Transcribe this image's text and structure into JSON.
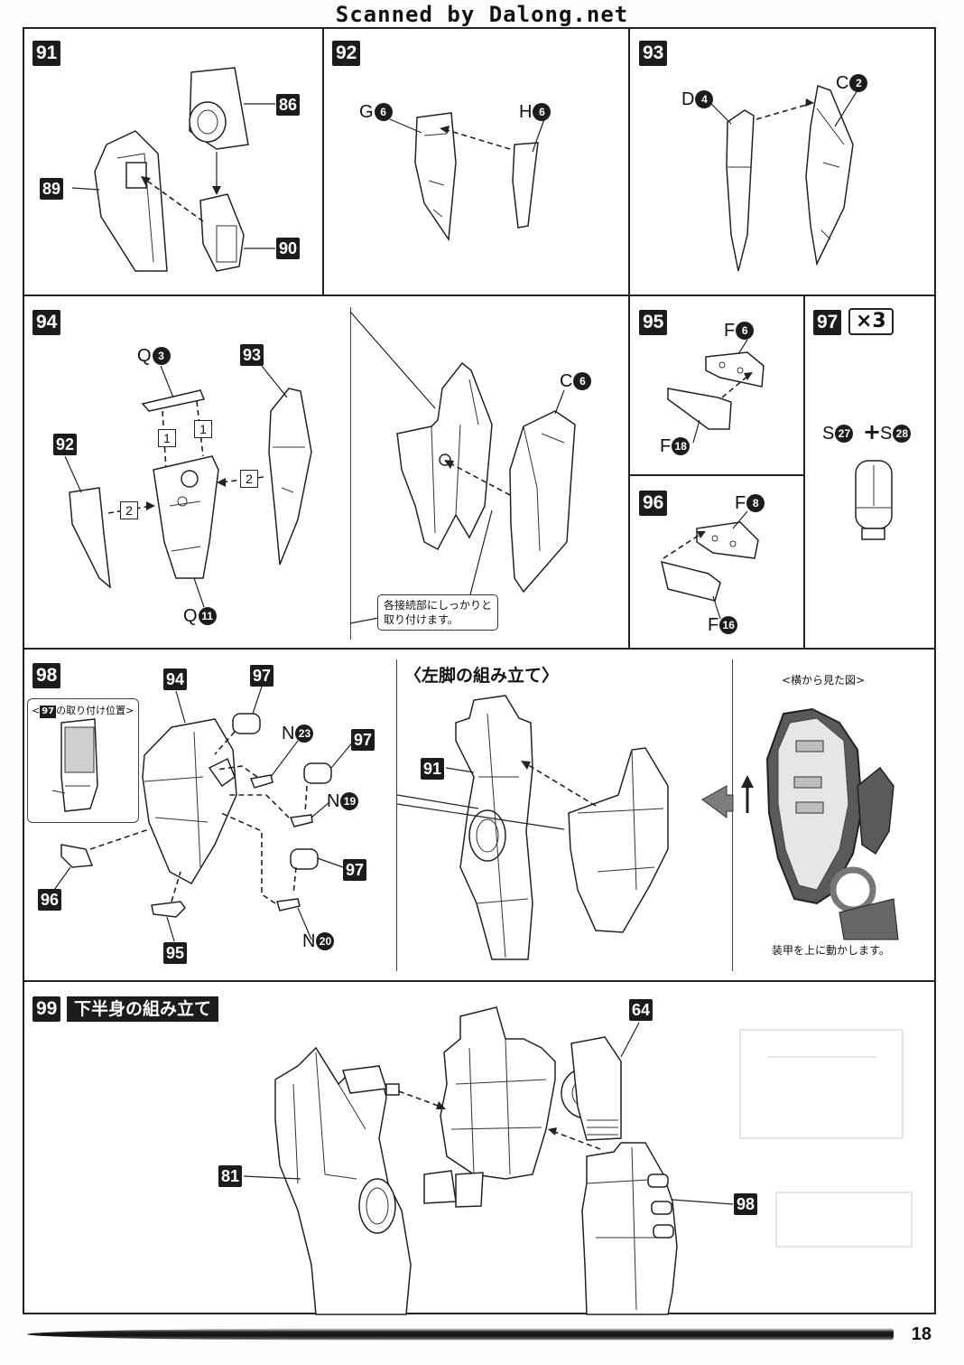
{
  "watermark": "Scanned by Dalong.net",
  "page_number": "18",
  "steps": {
    "s91": {
      "label": "91",
      "refs": [
        "86",
        "89",
        "90"
      ]
    },
    "s92": {
      "label": "92",
      "parts": [
        {
          "letter": "G",
          "num": "6"
        },
        {
          "letter": "H",
          "num": "6"
        }
      ]
    },
    "s93": {
      "label": "93",
      "parts": [
        {
          "letter": "D",
          "num": "4"
        },
        {
          "letter": "C",
          "num": "2"
        }
      ]
    },
    "s94": {
      "label": "94",
      "refs": [
        "93",
        "92"
      ],
      "parts": [
        {
          "letter": "Q",
          "num": "3"
        },
        {
          "letter": "Q",
          "num": "11"
        },
        {
          "letter": "C",
          "num": "6"
        }
      ],
      "order": [
        "1",
        "1",
        "2",
        "2"
      ],
      "callout": [
        "各接続部にしっかりと",
        "取り付けます。"
      ]
    },
    "s95": {
      "label": "95",
      "parts": [
        {
          "letter": "F",
          "num": "6"
        },
        {
          "letter": "F",
          "num": "18"
        }
      ]
    },
    "s96": {
      "label": "96",
      "parts": [
        {
          "letter": "F",
          "num": "8"
        },
        {
          "letter": "F",
          "num": "16"
        }
      ]
    },
    "s97": {
      "label": "97",
      "multiplier": "×3",
      "parts": [
        {
          "letter": "S",
          "num": "27"
        },
        {
          "letter": "S",
          "num": "28"
        }
      ],
      "plus": "+"
    },
    "s98": {
      "label": "98",
      "inset_num": "97",
      "inset_text": "の取り付け位置",
      "refs": [
        "94",
        "97",
        "97",
        "97",
        "96",
        "95",
        "91"
      ],
      "parts": [
        {
          "letter": "N",
          "num": "23"
        },
        {
          "letter": "N",
          "num": "19"
        },
        {
          "letter": "N",
          "num": "20"
        }
      ],
      "left_leg_title": "〈左脚の組み立て〉",
      "side_view_title": "<横から見た図>",
      "side_view_note": "装甲を上に動かします。"
    },
    "s99": {
      "label": "99",
      "title": "下半身の組み立て",
      "refs": [
        "64",
        "81",
        "98"
      ]
    }
  }
}
